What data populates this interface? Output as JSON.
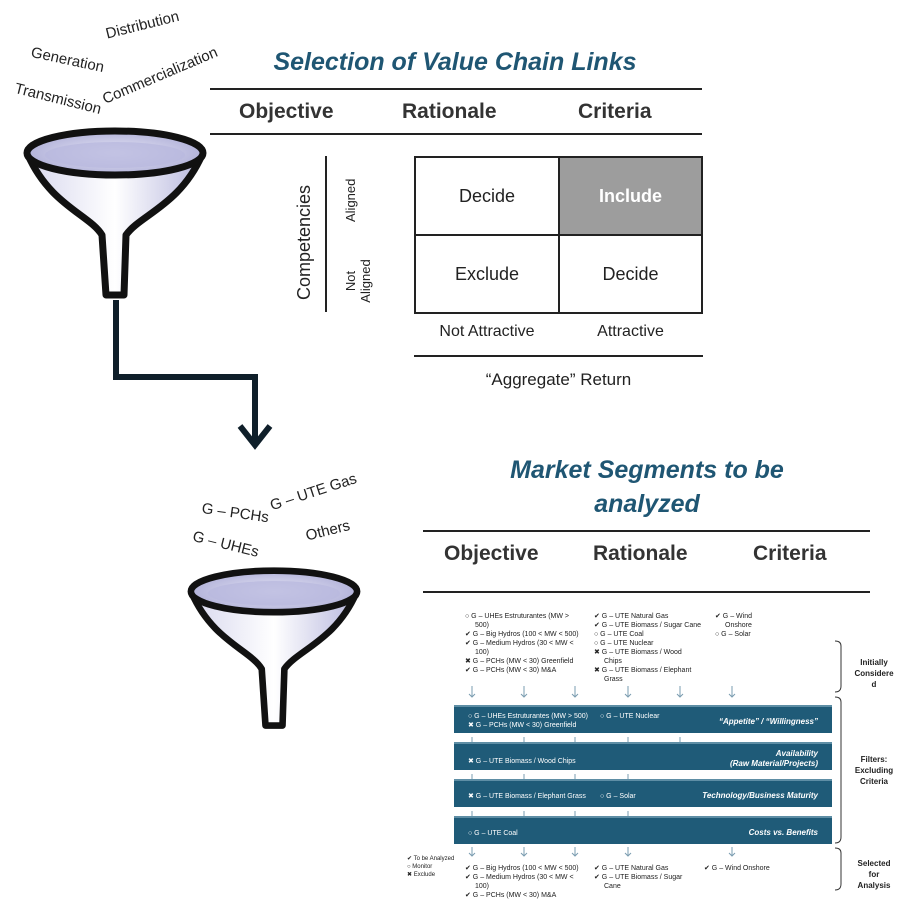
{
  "top_funnel": {
    "labels": [
      "Generation",
      "Distribution",
      "Commercialization",
      "Transmission"
    ]
  },
  "section1": {
    "title": "Selection of  Value Chain Links",
    "headers": [
      "Objective",
      "Rationale",
      "Criteria"
    ],
    "y_axis": "Competencies",
    "row_labels": [
      "Aligned",
      "Not Aligned"
    ],
    "cells": [
      "Decide",
      "Include",
      "Exclude",
      "Decide"
    ],
    "col_labels": [
      "Not Attractive",
      "Attractive"
    ],
    "x_axis": "“Aggregate” Return"
  },
  "bottom_funnel": {
    "labels": [
      "G – PCHs",
      "G – UTE Gas",
      "G – UHEs",
      "Others"
    ]
  },
  "section2": {
    "title_line1": "Market Segments to be",
    "title_line2": "analyzed",
    "headers": [
      "Objective",
      "Rationale",
      "Criteria"
    ]
  },
  "detail": {
    "initial_col1": [
      "○  G – UHEs Estruturantes (MW >",
      "500)",
      "✔ G – Big Hydros (100 < MW < 500)",
      "✔ G – Medium Hydros  (30 < MW <",
      "100)",
      "✖ G – PCHs  (MW < 30) Greenfield",
      "✔ G – PCHs  (MW < 30) M&A"
    ],
    "initial_col2": [
      "✔ G – UTE Natural Gas",
      "✔ G – UTE Biomass / Sugar Cane",
      "○  G – UTE Coal",
      "○  G – UTE Nuclear",
      "✖ G – UTE Biomass / Wood",
      "Chips",
      "✖ G – UTE Biomass / Elephant",
      "Grass"
    ],
    "initial_col3": [
      "✔ G – Wind",
      "Onshore",
      "○  G – Solar"
    ],
    "bands": [
      {
        "items": [
          "○  G – UHEs Estruturantes (MW > 500)",
          "✖ G – PCHs  (MW < 30) Greenfield"
        ],
        "item2": "○  G – UTE Nuclear",
        "label1": "“Appetite” / “Willingness”",
        "label2": ""
      },
      {
        "items": [
          "✖ G – UTE Biomass / Wood Chips"
        ],
        "item2": "",
        "label1": "Availability",
        "label2": "(Raw Material/Projects)"
      },
      {
        "items": [
          "✖ G – UTE Biomass / Elephant Grass"
        ],
        "item2": "○  G – Solar",
        "label1": "Technology/Business Maturity",
        "label2": ""
      },
      {
        "items": [
          "○  G – UTE Coal"
        ],
        "item2": "",
        "label1": "Costs vs. Benefits",
        "label2": ""
      }
    ],
    "legend": [
      "✔ To be Analyzed",
      "○ Monitor",
      "✖ Exclude"
    ],
    "selected_col1": [
      "✔ G – Big Hydros (100 < MW < 500)",
      "✔ G – Medium Hydros  (30 < MW <",
      "100)",
      "✔ G – PCHs  (MW < 30) M&A"
    ],
    "selected_col2": [
      "✔ G – UTE Natural Gas",
      "✔ G – UTE Biomass / Sugar",
      "Cane"
    ],
    "selected_col3": [
      "✔ G – Wind Onshore"
    ],
    "side_labels": {
      "initial": [
        "Initially",
        "Considere",
        "d"
      ],
      "filters": [
        "Filters:",
        "Excluding",
        "Criteria"
      ],
      "selected": [
        "Selected",
        "for",
        "Analysis"
      ]
    }
  }
}
